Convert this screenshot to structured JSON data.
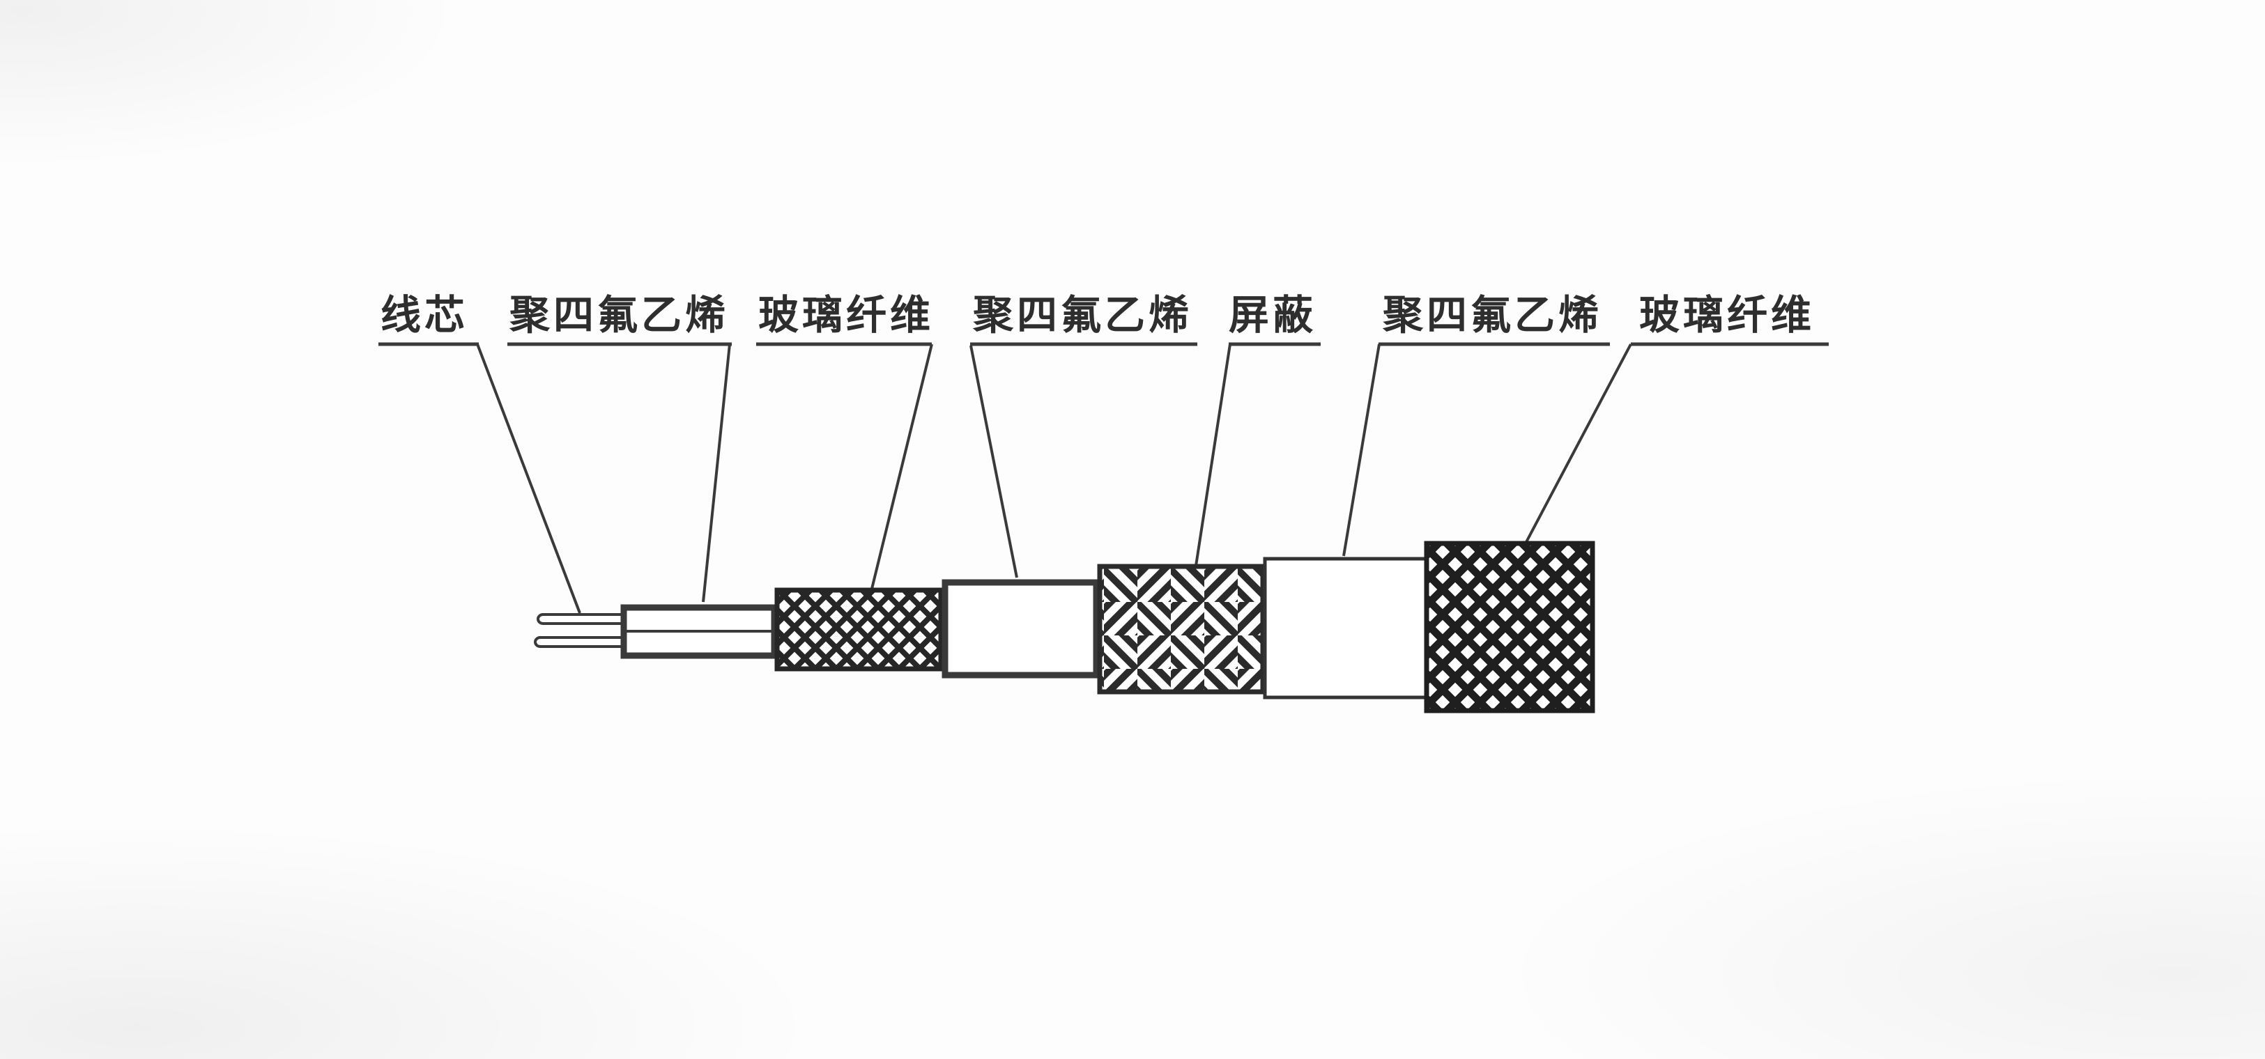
{
  "diagram": {
    "labels": [
      {
        "id": "wire-core",
        "text": "线芯"
      },
      {
        "id": "ptfe-1",
        "text": "聚四氟乙烯"
      },
      {
        "id": "glass-fiber-1",
        "text": "玻璃纤维"
      },
      {
        "id": "ptfe-2",
        "text": "聚四氟乙烯"
      },
      {
        "id": "shield",
        "text": "屏蔽"
      },
      {
        "id": "ptfe-3",
        "text": "聚四氟乙烯"
      },
      {
        "id": "glass-fiber-2",
        "text": "玻璃纤维"
      }
    ],
    "colors": {
      "ink": "#3a3a3a",
      "braid_dark": "#262626",
      "weave_dark": "#2b2b2b",
      "paper": "#fdfdfd"
    }
  }
}
